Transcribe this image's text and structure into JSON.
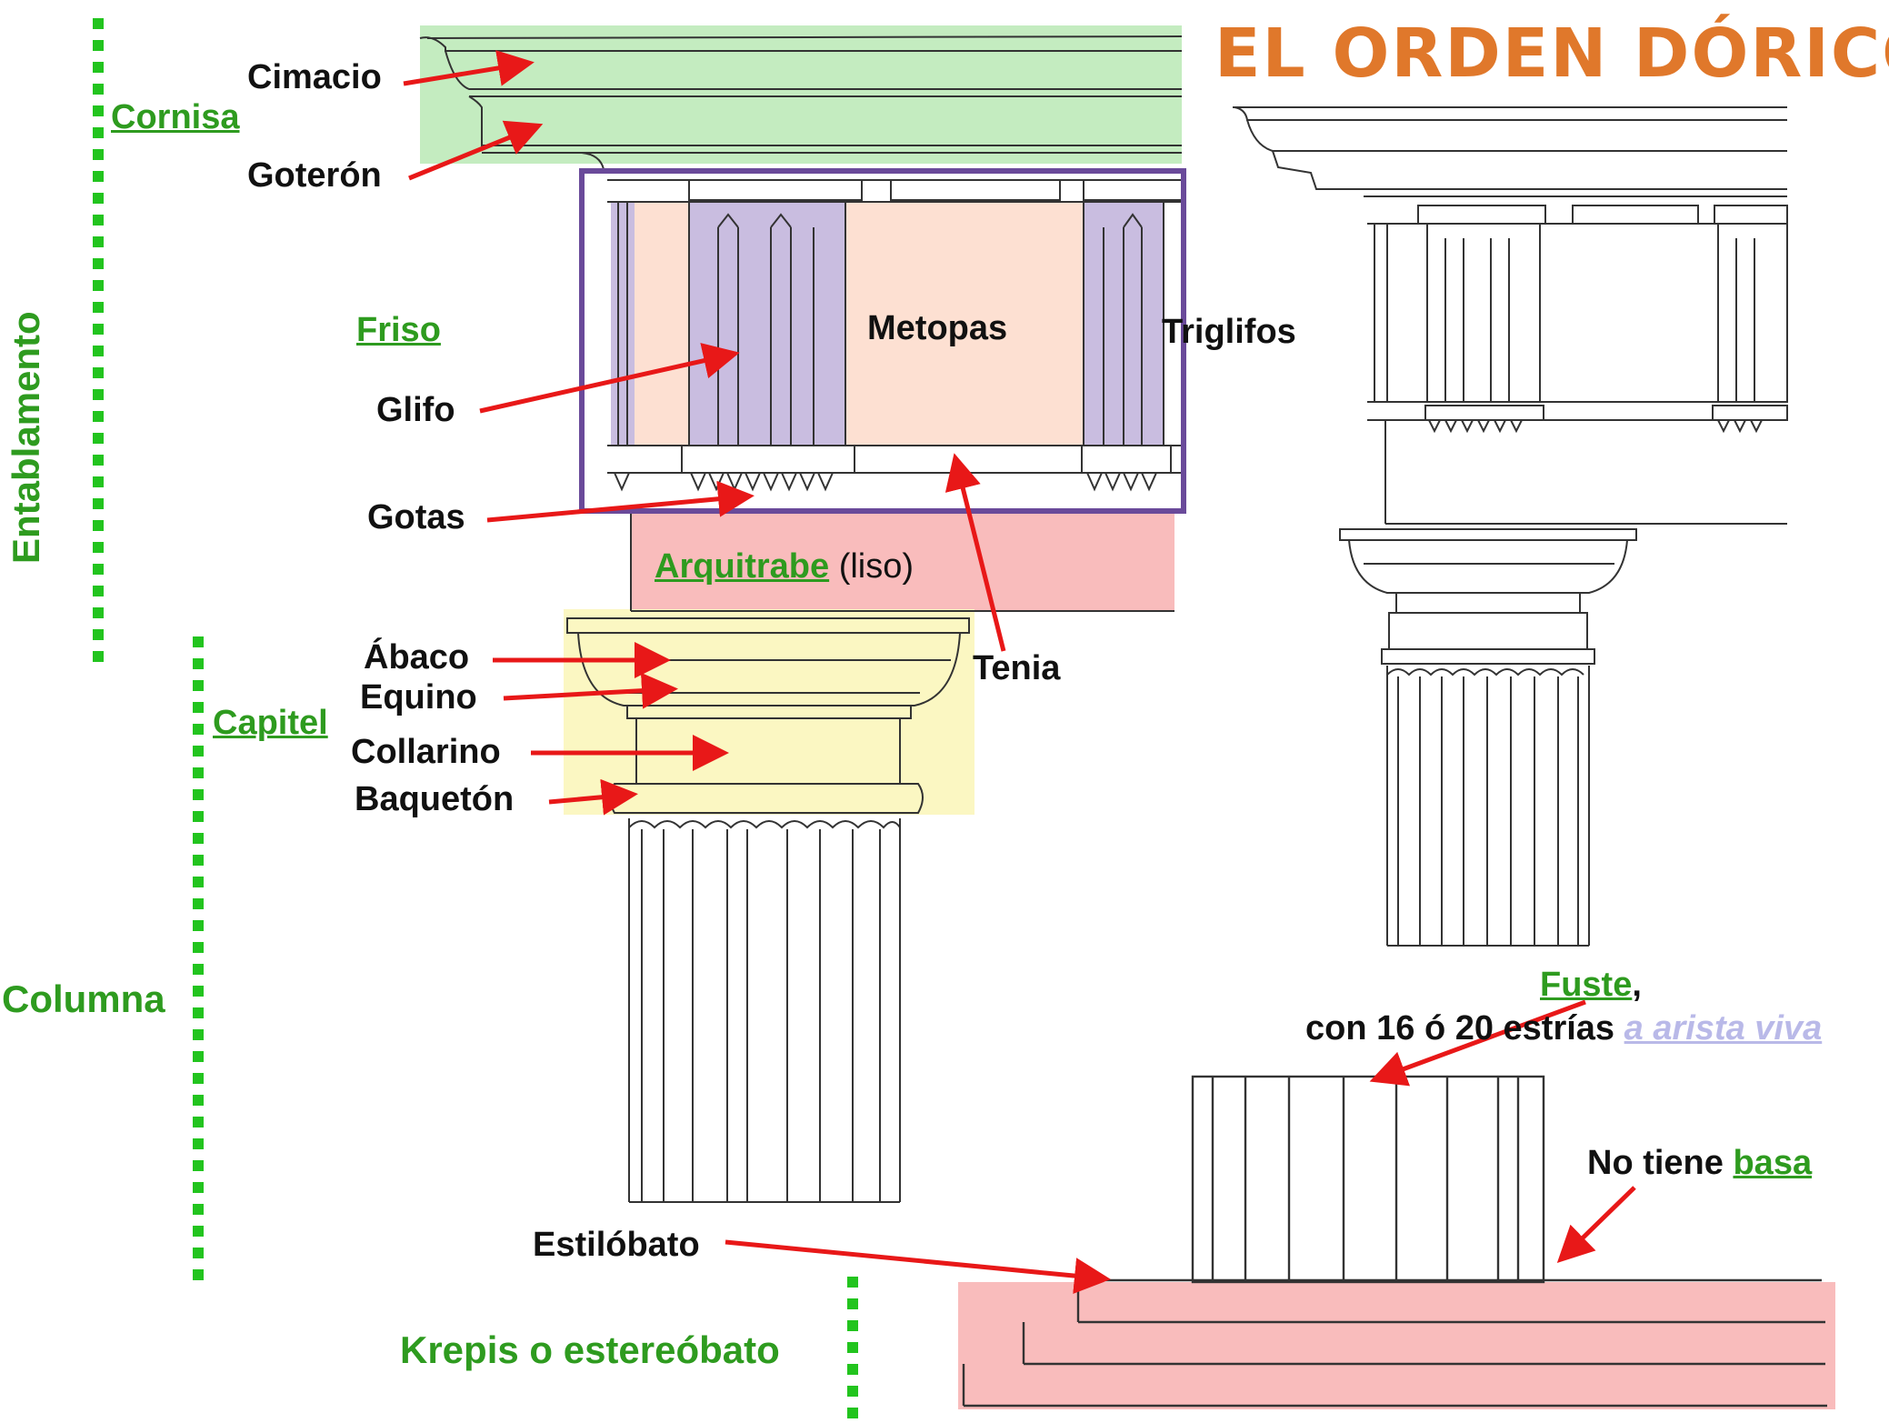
{
  "title": "EL ORDEN DÓRICO",
  "labels": {
    "entablamento": "Entablamento",
    "cornisa": "Cornisa",
    "cimacio": "Cimacio",
    "goteron": "Goterón",
    "friso": "Friso",
    "metopas": "Metopas",
    "triglifos": "Triglifos",
    "glifo": "Glifo",
    "gotas": "Gotas",
    "arquitrabe": "Arquitrabe",
    "arquitrabe_note": "(liso)",
    "tenia": "Tenia",
    "abaco": "Ábaco",
    "equino": "Equino",
    "capitel": "Capitel",
    "collarino": "Collarino",
    "baqueton": "Baquetón",
    "columna": "Columna",
    "fuste": "Fuste",
    "fuste_comma": ",",
    "fuste_desc": "con 16 ó 20 estrías",
    "arista_viva": "a arista viva",
    "no_tiene": "No tiene",
    "basa": "basa",
    "estilobato": "Estilóbato",
    "krepis": "Krepis o estereóbato"
  },
  "colors": {
    "title": "#e0782b",
    "green_text": "#2e9b1f",
    "cornisa_fill": "#c4ecc0",
    "friso_border": "#6a4a9a",
    "triglifo_fill": "#c9bde0",
    "metopa_fill": "#fde0d2",
    "arquitrabe_fill": "#f9bcbc",
    "capitel_fill": "#fbf7c2",
    "krepis_fill": "#f9bcbc",
    "arrow": "#e81818",
    "dotted": "#22c41e"
  }
}
